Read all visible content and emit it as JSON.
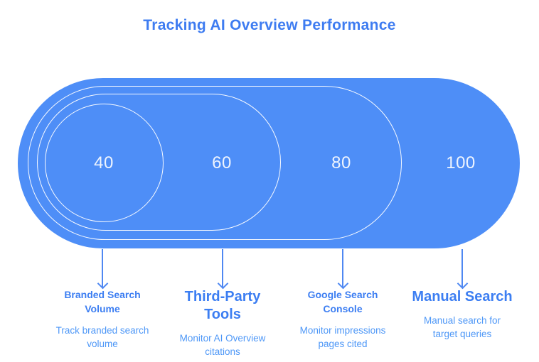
{
  "title": "Tracking AI Overview Performance",
  "colors": {
    "diagram_fill_blue": "#4e8ef7",
    "outline_white": "#ffffff",
    "heading_blue": "#3c7ef2",
    "subtext_blue": "#4d97f7",
    "arrow_blue": "#4f88f2",
    "number_text": "#eef4fe"
  },
  "sections": [
    {
      "value": "40",
      "heading": "Branded Search\nVolume",
      "description": "Track branded search\nvolume"
    },
    {
      "value": "60",
      "heading": "Third-Party\nTools",
      "description": "Monitor AI Overview\ncitations"
    },
    {
      "value": "80",
      "heading": "Google Search\nConsole",
      "description": "Monitor impressions\npages cited"
    },
    {
      "value": "100",
      "heading": "Manual Search",
      "description": "Manual search for\ntarget queries"
    }
  ]
}
